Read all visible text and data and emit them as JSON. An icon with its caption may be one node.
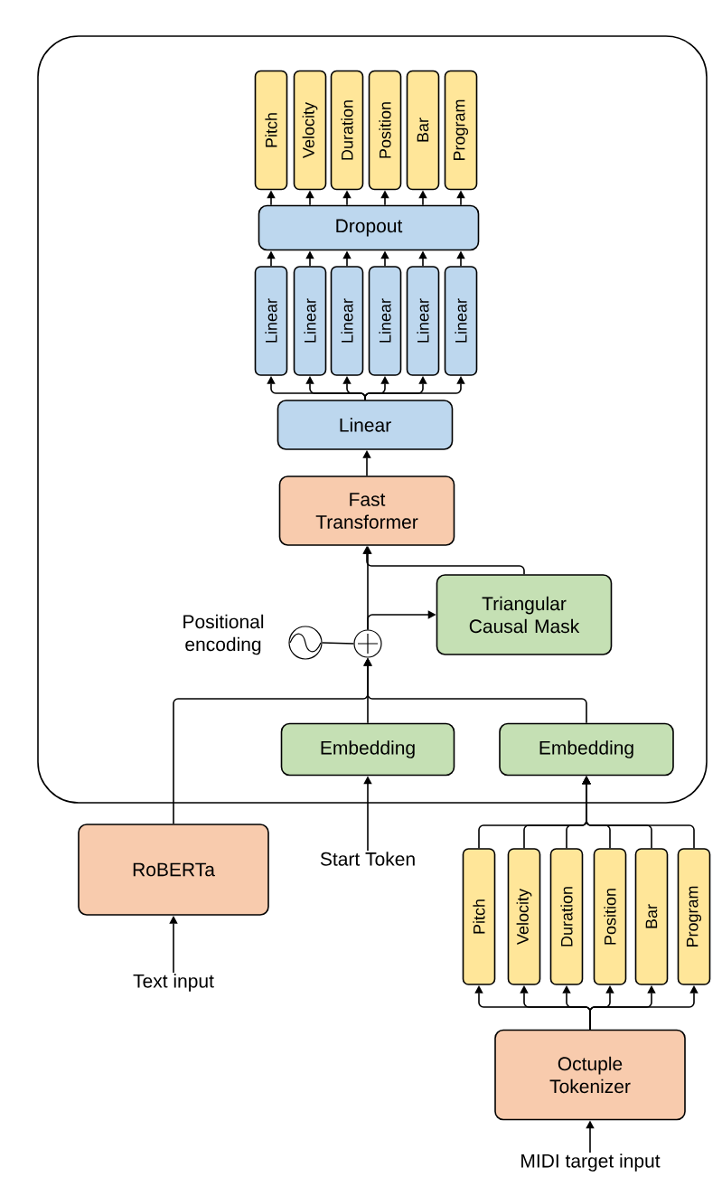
{
  "diagram": {
    "nodes": [
      {
        "text": [],
        "shape": "box"
      },
      {
        "text": [
          "Pitch"
        ],
        "in": 0
      },
      {
        "text": [
          "Velocity"
        ],
        "in": 0
      },
      {
        "text": [
          "Duration"
        ],
        "in": 0
      },
      {
        "text": [
          "Position"
        ],
        "in": 0
      },
      {
        "text": [
          "Bar"
        ],
        "in": 0
      },
      {
        "text": [
          "Program"
        ],
        "in": 0
      },
      {
        "text": [
          "Dropout"
        ],
        "in": 0
      },
      {
        "text": [
          "Linear"
        ],
        "in": 0
      },
      {
        "text": [
          "Linear"
        ],
        "in": 0
      },
      {
        "text": [
          "Linear"
        ],
        "in": 0
      },
      {
        "text": [
          "Linear"
        ],
        "in": 0
      },
      {
        "text": [
          "Linear"
        ],
        "in": 0
      },
      {
        "text": [
          "Linear"
        ],
        "in": 0
      },
      {
        "text": [
          "Linear"
        ],
        "in": 0
      },
      {
        "text": [
          "Fast Transformer"
        ],
        "in": 0
      },
      {
        "text": [
          "Triangular Causal Mask"
        ],
        "in": 0
      },
      {
        "text": [],
        "shape": "circle",
        "beside": [
          "Positional encoding"
        ],
        "in": 0
      },
      {
        "text": [],
        "shape": "circle",
        "in": 0
      },
      {
        "text": [
          "Embedding"
        ],
        "in": 0
      },
      {
        "text": [
          "Embedding"
        ],
        "in": 0
      },
      {
        "text": [
          "RoBERTa"
        ]
      },
      {
        "text": [
          "Start Token"
        ]
      },
      {
        "text": [
          "Text input"
        ]
      },
      {
        "text": [
          "Pitch"
        ]
      },
      {
        "text": [
          "Velocity"
        ]
      },
      {
        "text": [
          "Duration"
        ]
      },
      {
        "text": [
          "Position"
        ]
      },
      {
        "text": [
          "Bar"
        ]
      },
      {
        "text": [
          "Program"
        ]
      },
      {
        "text": [
          "Octuple Tokenizer"
        ]
      },
      {
        "text": [
          "MIDI target input"
        ]
      }
    ],
    "edges": [
      {
        "from": 7,
        "to": 1,
        "arrow": "to"
      },
      {
        "from": 7,
        "to": 2,
        "arrow": "to"
      },
      {
        "from": 7,
        "to": 3,
        "arrow": "to"
      },
      {
        "from": 7,
        "to": 4,
        "arrow": "to"
      },
      {
        "from": 7,
        "to": 5,
        "arrow": "to"
      },
      {
        "from": 7,
        "to": 6,
        "arrow": "to"
      },
      {
        "from": 8,
        "to": 7,
        "arrow": "to"
      },
      {
        "from": 9,
        "to": 7,
        "arrow": "to"
      },
      {
        "from": 10,
        "to": 7,
        "arrow": "to"
      },
      {
        "from": 11,
        "to": 7,
        "arrow": "to"
      },
      {
        "from": 12,
        "to": 7,
        "arrow": "to"
      },
      {
        "from": 13,
        "to": 7,
        "arrow": "to"
      },
      {
        "from": 14,
        "to": 8,
        "arrow": "to"
      },
      {
        "from": 14,
        "to": 9,
        "arrow": "to"
      },
      {
        "from": 14,
        "to": 10,
        "arrow": "to"
      },
      {
        "from": 14,
        "to": 11,
        "arrow": "to"
      },
      {
        "from": 14,
        "to": 12,
        "arrow": "to"
      },
      {
        "from": 14,
        "to": 13,
        "arrow": "to"
      },
      {
        "from": 15,
        "to": 14,
        "arrow": "to"
      },
      {
        "from": 18,
        "to": 15,
        "arrow": "to"
      },
      {
        "from": 16,
        "to": 15,
        "arrow": "to"
      },
      {
        "from": 18,
        "to": 16,
        "arrow": "to"
      },
      {
        "from": 17,
        "to": 18,
        "arrow": "none"
      },
      {
        "from": 19,
        "to": 18,
        "arrow": "to"
      },
      {
        "from": 21,
        "to": 18,
        "arrow": "to"
      },
      {
        "from": 20,
        "to": 18,
        "arrow": "to"
      },
      {
        "from": 22,
        "to": 19,
        "arrow": "to"
      },
      {
        "from": 23,
        "to": 21,
        "arrow": "to"
      },
      {
        "from": 24,
        "to": 20,
        "arrow": "to"
      },
      {
        "from": 25,
        "to": 20,
        "arrow": "to"
      },
      {
        "from": 26,
        "to": 20,
        "arrow": "to"
      },
      {
        "from": 27,
        "to": 20,
        "arrow": "to"
      },
      {
        "from": 28,
        "to": 20,
        "arrow": "to"
      },
      {
        "from": 29,
        "to": 20,
        "arrow": "to"
      },
      {
        "from": 30,
        "to": 24,
        "arrow": "to"
      },
      {
        "from": 30,
        "to": 25,
        "arrow": "to"
      },
      {
        "from": 30,
        "to": 26,
        "arrow": "to"
      },
      {
        "from": 30,
        "to": 27,
        "arrow": "to"
      },
      {
        "from": 30,
        "to": 28,
        "arrow": "to"
      },
      {
        "from": 30,
        "to": 29,
        "arrow": "to"
      },
      {
        "from": 31,
        "to": 30,
        "arrow": "to"
      }
    ]
  }
}
